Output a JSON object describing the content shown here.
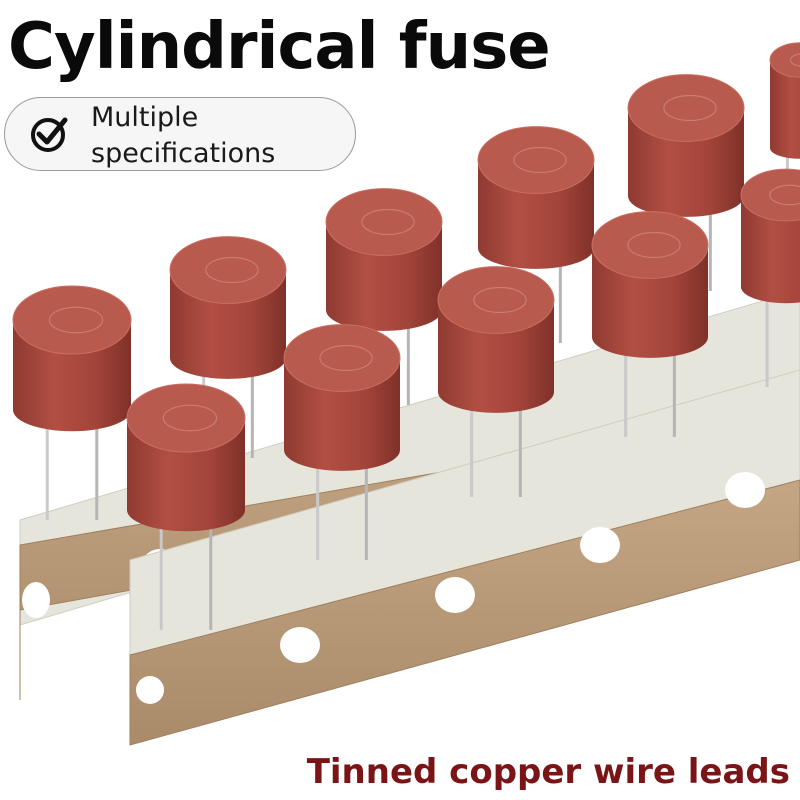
{
  "title": "Cylindrical fuse",
  "badge": {
    "icon": "check-circle-icon",
    "line1": "Multiple",
    "line2": "specifications"
  },
  "caption": "Tinned copper wire leads",
  "colors": {
    "title": "#0a0a0a",
    "caption": "#7b1416",
    "fuse_body": "#a8473d",
    "tape_kraft": "#b99a78",
    "tape_paper": "#e6e5dc"
  }
}
